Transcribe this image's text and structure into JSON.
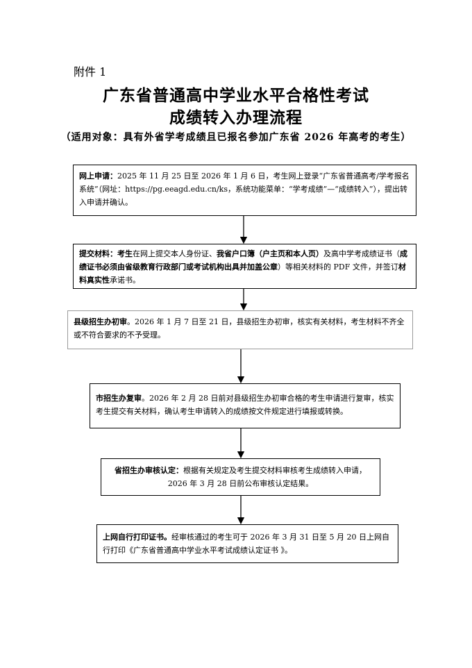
{
  "header": {
    "attachment": "附件 1",
    "title_line1": "广东省普通高中学业水平合格性考试",
    "title_line2": "成绩转入办理流程",
    "scope": "（适用对象：具有外省学考成绩且已报名参加广东省 2026 年高考的考生）"
  },
  "steps": {
    "s1": {
      "label": "网上申请：",
      "text": "2025 年 11 月 25 日至 2026 年 1 月 6 日，考生网上登录“广东省普通高考/学考报名系统”（网址：https://pg.eeagd.edu.cn/ks，系统功能菜单：“学考成绩”—“成绩转入”），提出转入申请并确认。"
    },
    "s2": {
      "label": "提交材料：",
      "p1": "考生",
      "p2": "在网上提交本人身份证、",
      "p3": "我省户口簿（户主页和本人页）",
      "p4": "及高中学考成绩证书（",
      "p5": "成绩证书必须由省级教育行政部门或考试机构出具并加盖公章",
      "p6": "）等相关材料的 PDF 文件，并签订",
      "p7": "材料真实性",
      "p8": "承诺书。"
    },
    "s3": {
      "label": "县级招生办初审",
      "text": "。2026 年 1 月 7 日至 21 日，县级招生办初审，核实有关材料，考生材料不齐全或不符合要求的不予受理。"
    },
    "s4": {
      "label": "市招生办复审",
      "text": "。2026 年 2 月 28 日前对县级招生办初审合格的考生申请进行复审，核实考生提交有关材料，确认考生申请转入的成绩按文件规定进行填报或转换。"
    },
    "s5": {
      "label": "省招生办审核认定：",
      "text1": "根据有关规定及考生提交材料审核考生成绩转入申请，",
      "text2": "2026 年 3 月 28 日前公布审核认定结果。"
    },
    "s6": {
      "label": "上网自行打印证书。",
      "text": "经审核通过的考生可于 2026 年 3 月 31 日至 5 月 20 日上网自行打印《广东省普通高中学业水平考试成绩认定证书 》。"
    }
  }
}
